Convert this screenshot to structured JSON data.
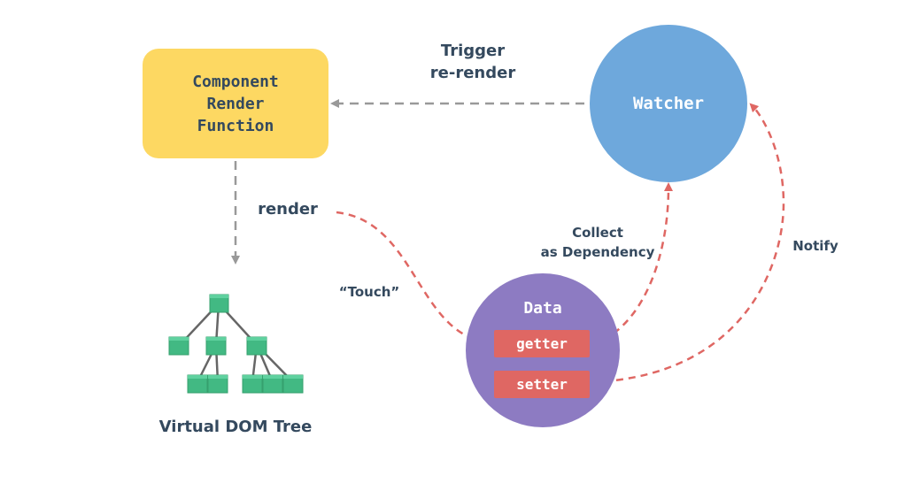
{
  "component": {
    "lines": [
      "Component",
      "Render",
      "Function"
    ]
  },
  "watcher": {
    "label": "Watcher"
  },
  "data_node": {
    "title": "Data",
    "getter": "getter",
    "setter": "setter"
  },
  "labels": {
    "trigger_line1": "Trigger",
    "trigger_line2": "re-render",
    "render": "render",
    "touch": "“Touch”",
    "collect_line1": "Collect",
    "collect_line2": "as Dependency",
    "notify": "Notify",
    "vdom": "Virtual DOM Tree"
  },
  "colors": {
    "component": "#fdd862",
    "watcher": "#6ea8dc",
    "data": "#8d7bc2",
    "pill": "#df6763",
    "arrow_gray": "#999999",
    "arrow_red": "#df6763",
    "cube": "#42b983",
    "text": "#34495e"
  }
}
